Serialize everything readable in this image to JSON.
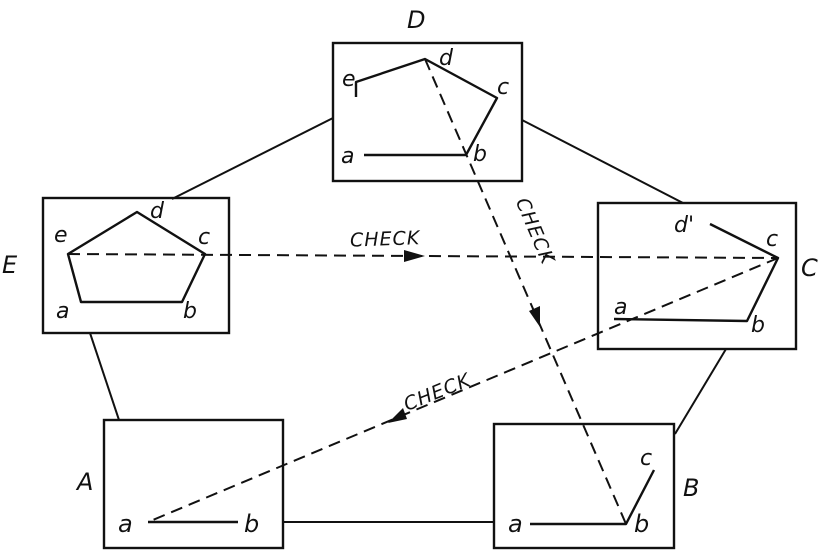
{
  "stations": {
    "A": "A",
    "B": "B",
    "C": "C",
    "D": "D",
    "E": "E"
  },
  "points": {
    "a": "a",
    "b": "b",
    "c": "c",
    "d": "d",
    "d_prime": "d'",
    "e": "e"
  },
  "checks": {
    "E_to_C": "CHECK",
    "D_to_B": "CHECK",
    "C_to_A": "CHECK"
  }
}
